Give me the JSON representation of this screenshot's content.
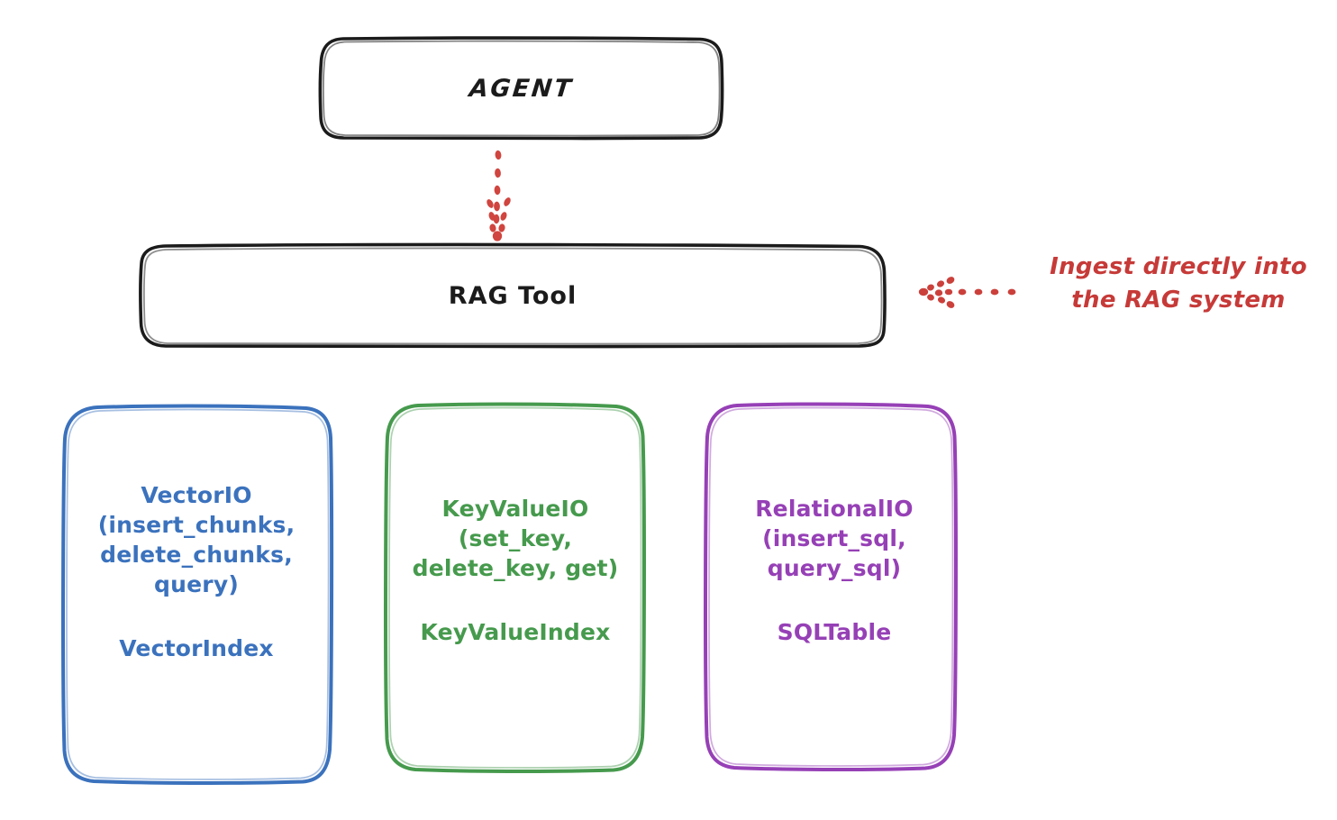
{
  "diagram": {
    "title_node": {
      "label": "AGENT"
    },
    "tool_node": {
      "label": "RAG Tool"
    },
    "annotation": {
      "line1": "Ingest directly into",
      "line2": "the RAG system",
      "color": "#c63a38",
      "arrow": "dotted-arrow-left-icon"
    },
    "edges": [
      {
        "from": "AGENT",
        "to": "RAG Tool",
        "style": "dotted",
        "color": "#c63a38",
        "direction": "down"
      },
      {
        "from": "Ingest directly into the RAG system",
        "to": "RAG Tool",
        "style": "dotted",
        "color": "#c63a38",
        "direction": "left"
      }
    ],
    "stores": [
      {
        "id": "vector",
        "api": "VectorIO\n(insert_chunks,\ndelete_chunks,\nquery)",
        "index": "VectorIndex",
        "color": "#3b72bd"
      },
      {
        "id": "keyvalue",
        "api": "KeyValueIO\n(set_key,\ndelete_key, get)",
        "index": "KeyValueIndex",
        "color": "#469a4d"
      },
      {
        "id": "relational",
        "api": "RelationalIO\n(insert_sql,\nquery_sql)",
        "index": "SQLTable",
        "color": "#9640b6"
      }
    ],
    "colors": {
      "stroke_black": "#1b1b1b",
      "blue": "#3b72bd",
      "green": "#469a4d",
      "purple": "#9640b6",
      "red": "#c63a38",
      "background": "#ffffff"
    }
  }
}
